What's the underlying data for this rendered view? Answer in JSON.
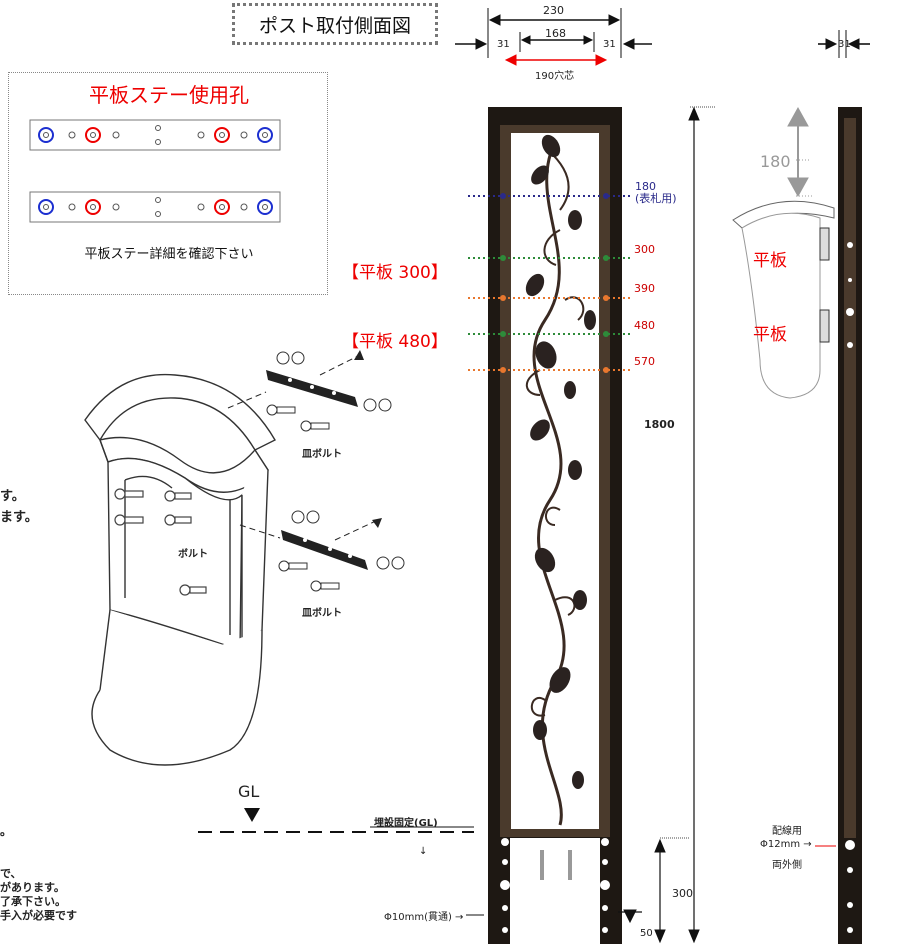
{
  "title": "ポスト取付側面図",
  "panel": {
    "title": "平板ステー使用孔",
    "caption": "平板ステー詳細を確認下さい"
  },
  "dimensions": {
    "top_width": "230",
    "inner_width": "168",
    "side_left": "31",
    "side_right": "31",
    "center_hole": "190穴芯",
    "side_profile": "31",
    "height_total": "1800",
    "bury_depth": "300",
    "bottom_hole": "50"
  },
  "levels": [
    {
      "value": "180",
      "note": "(表札用)",
      "color": "#2a2a8a"
    },
    {
      "value": "300",
      "note": "",
      "color": "#2e8b3a"
    },
    {
      "value": "390",
      "note": "",
      "color": "#e8772e"
    },
    {
      "value": "480",
      "note": "",
      "color": "#2e8b3a"
    },
    {
      "value": "570",
      "note": "",
      "color": "#e8772e"
    }
  ],
  "plate_labels": {
    "p300": "【平板 300】",
    "p480": "【平板 480】"
  },
  "mailbox": {
    "bolt_top": "皿ボルト",
    "bolt_mid": "ボルト",
    "bolt_bottom": "皿ボルト"
  },
  "left_text": {
    "line1": "す。",
    "line2": "ます。",
    "line3": "。",
    "line4": "で、",
    "line5": "があります。",
    "line6": "了承下さい。",
    "line7": "手入が必要です"
  },
  "ground": {
    "gl": "GL",
    "bury_label": "埋設固定(GL)",
    "arrow": "↓",
    "hole_label": "Φ10mm(貫通) →"
  },
  "profile": {
    "gap": "180",
    "plate1": "平板",
    "plate2": "平板",
    "wiring_title": "配線用",
    "wiring_dim": "Φ12mm →",
    "wiring_side": "両外側"
  }
}
